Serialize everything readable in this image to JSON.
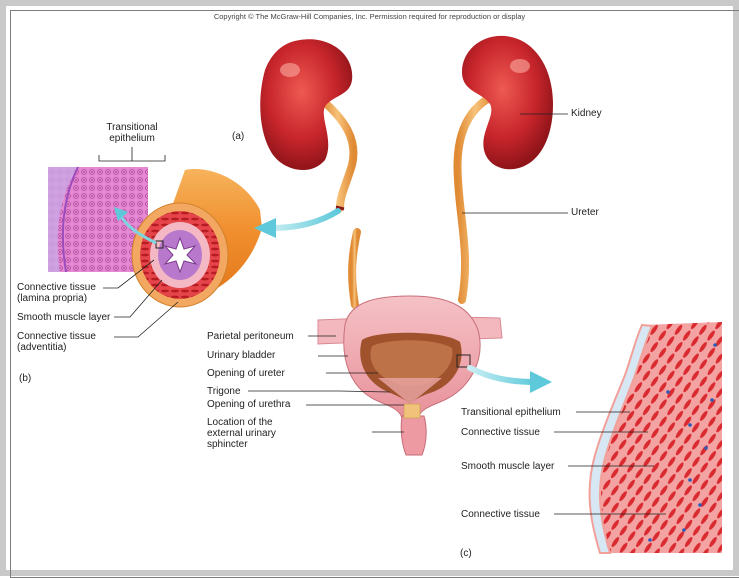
{
  "copyright": "Copyright © The McGraw-Hill Companies, Inc. Permission required for reproduction or display",
  "panel_labels": {
    "a": "(a)",
    "b": "(b)",
    "c": "(c)"
  },
  "labels_a": {
    "kidney": "Kidney",
    "ureter": "Ureter",
    "parietal_peritoneum": "Parietal peritoneum",
    "urinary_bladder": "Urinary bladder",
    "opening_of_ureter": "Opening of ureter",
    "trigone": "Trigone",
    "opening_of_urethra": "Opening of urethra",
    "sphincter_line1": "Location of the",
    "sphincter_line2": "external urinary",
    "sphincter_line3": "sphincter"
  },
  "labels_b": {
    "transitional_line1": "Transitional",
    "transitional_line2": "epithelium",
    "lamina_line1": "Connective tissue",
    "lamina_line2": "(lamina propria)",
    "smooth_muscle": "Smooth muscle layer",
    "adventitia_line1": "Connective tissue",
    "adventitia_line2": "(adventitia)"
  },
  "labels_c": {
    "transitional_epithelium": "Transitional epithelium",
    "connective_tissue_top": "Connective tissue",
    "smooth_muscle_layer": "Smooth muscle layer",
    "connective_tissue_bottom": "Connective tissue"
  },
  "colors": {
    "kidney": "#c8262c",
    "ureter": "#f0a24a",
    "muscle": "#d8282e",
    "epithelium": "#e07fc8",
    "arrow": "#7fd4e0",
    "peritoneum": "#f3b7be"
  }
}
